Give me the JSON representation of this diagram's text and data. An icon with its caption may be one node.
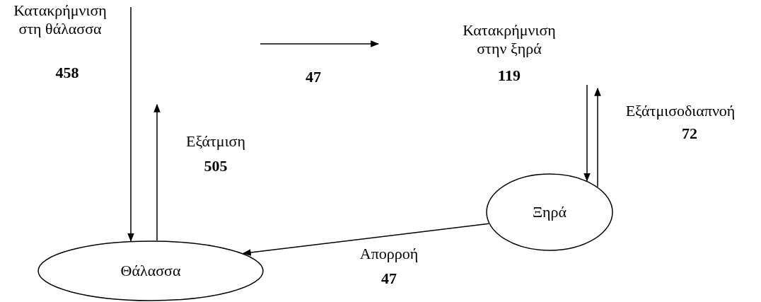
{
  "diagram": {
    "nodes": [
      {
        "text": [
          "Θάλασσα"
        ]
      },
      {
        "text": [
          "Ξηρά"
        ]
      }
    ],
    "edges": [
      {
        "from": 0,
        "to": null,
        "arrow": "to"
      },
      {
        "from": null,
        "to": 0,
        "arrow": "to"
      },
      {
        "from": null,
        "to": 1,
        "arrow": "to"
      },
      {
        "from": 1,
        "to": null,
        "arrow": "to"
      },
      {
        "from": 1,
        "to": 0,
        "arrow": "to"
      }
    ],
    "labels": [
      "Κατακρήμνιση στη θάλασσα",
      "458",
      "47",
      "Κατακρήμνιση στην ξηρά",
      "119",
      "Εξάτμισοδιαπνοή",
      "72",
      "Εξάτμιση",
      "505",
      "Απορροή",
      "47"
    ]
  }
}
